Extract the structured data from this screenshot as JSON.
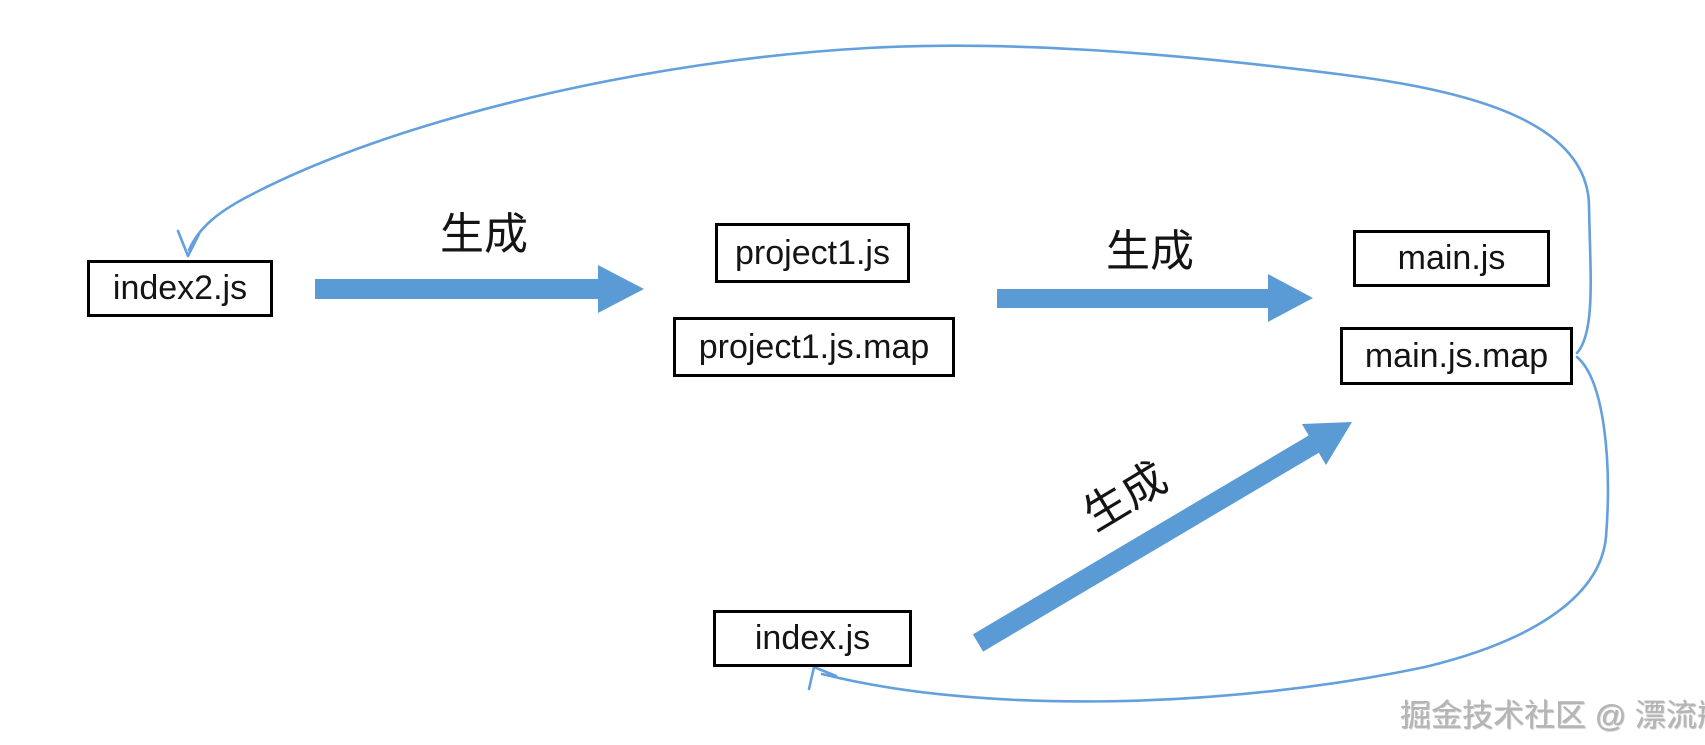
{
  "diagram": {
    "nodes": [
      {
        "id": "index2-js",
        "label": "index2.js"
      },
      {
        "id": "project1-js",
        "label": "project1.js"
      },
      {
        "id": "project1-js-map",
        "label": "project1.js.map"
      },
      {
        "id": "main-js",
        "label": "main.js"
      },
      {
        "id": "main-js-map",
        "label": "main.js.map"
      },
      {
        "id": "index-js",
        "label": "index.js"
      }
    ],
    "edge_labels": [
      {
        "text": "生成"
      },
      {
        "text": "生成"
      },
      {
        "text": "生成"
      }
    ],
    "colors": {
      "arrow_blue": "#5b9bd5",
      "curve_blue": "#64a0dc",
      "box_border": "#000000",
      "label_text": "#141414",
      "watermark_gray": "#b5b5b5"
    }
  },
  "watermark": {
    "text": "掘金技术社区 @ 漂流瓶jz"
  }
}
